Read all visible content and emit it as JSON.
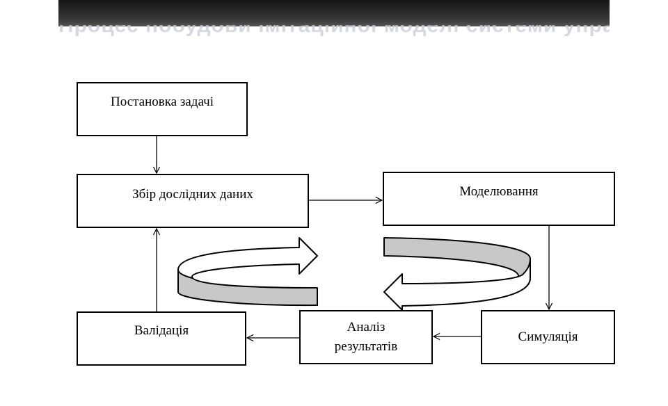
{
  "header": {
    "title": "Процес побудови імітаційної моделі системи управління"
  },
  "diagram": {
    "nodes": {
      "problem_statement": "Постановка задачі",
      "data_collection": "Збір дослідних даних",
      "modeling": "Моделювання",
      "simulation": "Симуляція",
      "results_analysis": [
        "Аналіз",
        "результатів"
      ],
      "validation": "Валідація"
    },
    "colors": {
      "border": "#000000",
      "cycle_fill": "#c8c8c8",
      "header": "#2a2a2a"
    }
  }
}
